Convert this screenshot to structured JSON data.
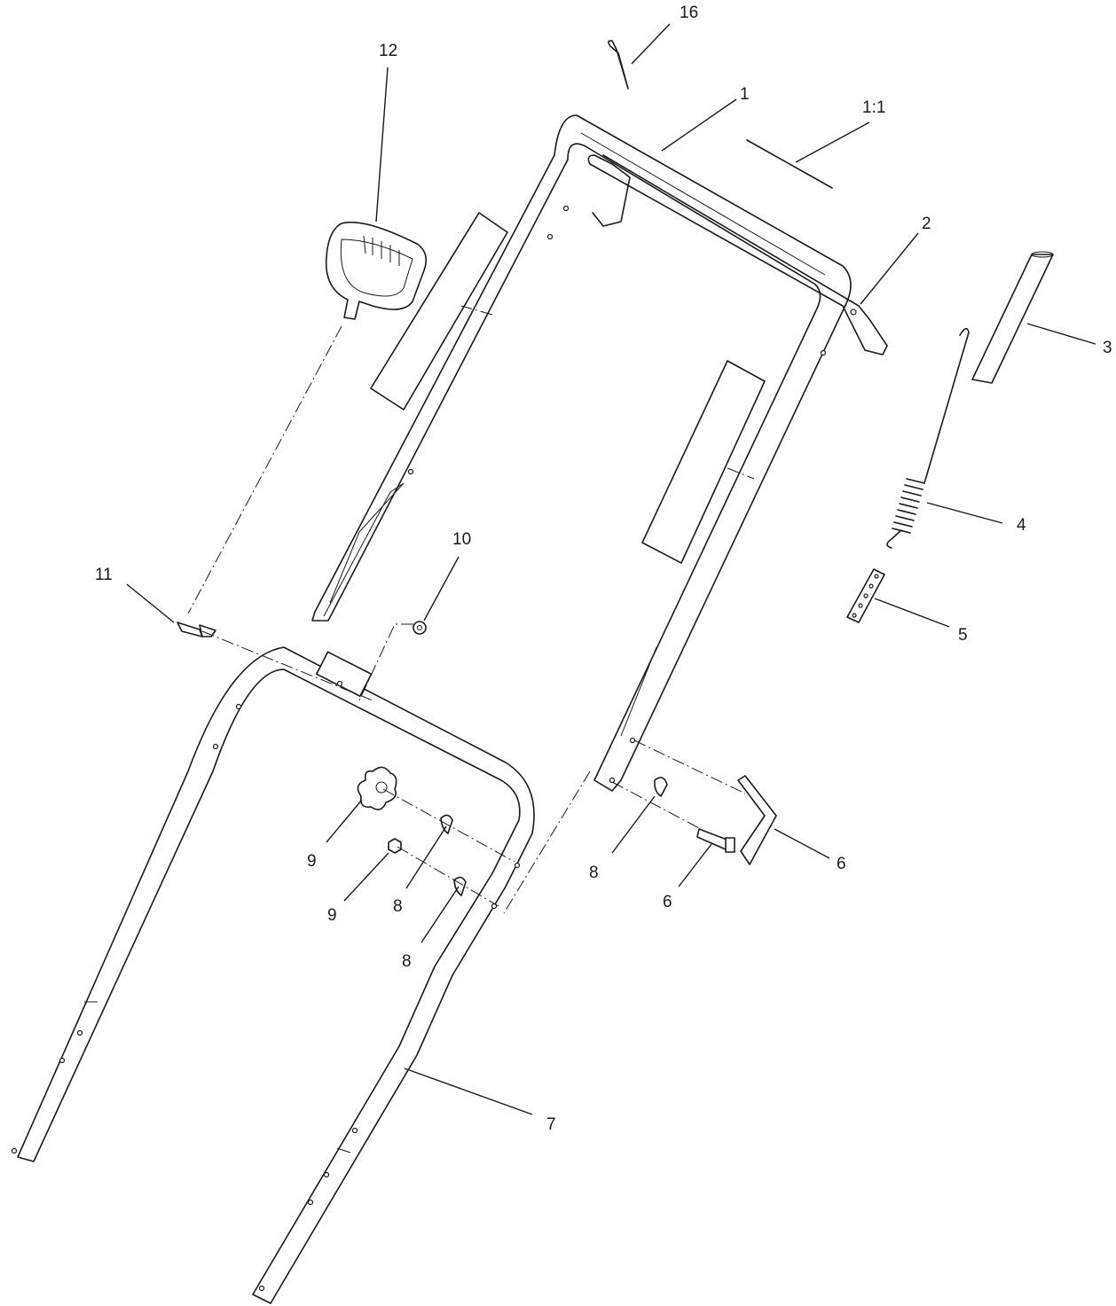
{
  "callouts": {
    "c1": "1",
    "c1_1": "1:1",
    "c2": "2",
    "c3": "3",
    "c4": "4",
    "c5": "5",
    "c6a": "6",
    "c6b": "6",
    "c7": "7",
    "c8a": "8",
    "c8b": "8",
    "c8c": "8",
    "c9a": "9",
    "c9b": "9",
    "c10": "10",
    "c11": "11",
    "c12": "12",
    "c16": "16"
  }
}
